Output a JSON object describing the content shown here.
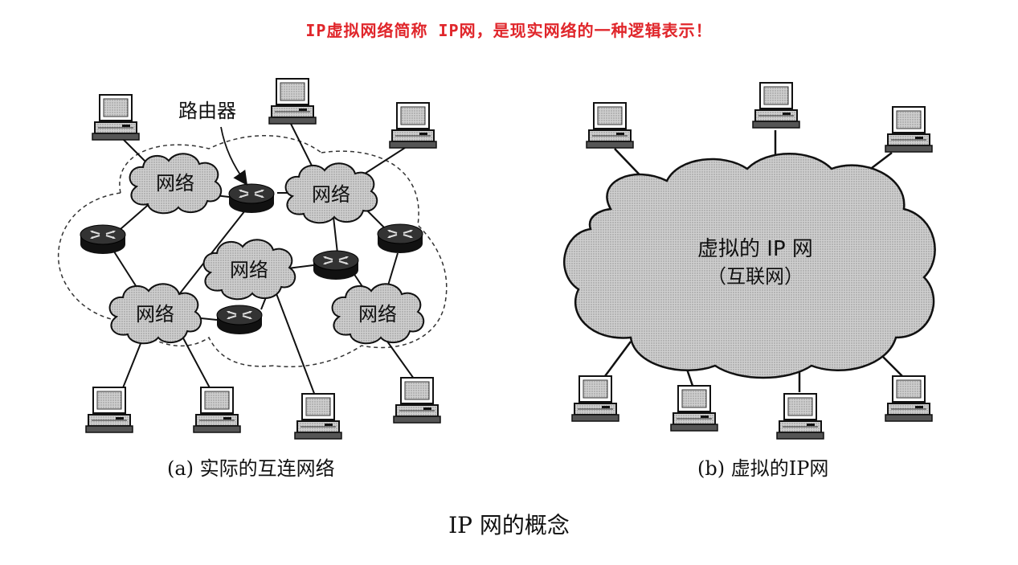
{
  "headline": "IP虚拟网络简称 IP网，是现实网络的一种逻辑表示！",
  "left": {
    "router_label": "路由器",
    "network_label": "网络",
    "caption": "(a) 实际的互连网络"
  },
  "right": {
    "cloud_line1": "虚拟的 IP 网",
    "cloud_line2": "（互联网）",
    "caption": "(b) 虚拟的IP网"
  },
  "title": "IP 网的概念",
  "colors": {
    "headline": "#e0262b",
    "cloud_fill": "#d8d8d8",
    "router_fill": "#222222"
  },
  "icons": [
    "computer-icon",
    "router-icon",
    "cloud-icon"
  ]
}
